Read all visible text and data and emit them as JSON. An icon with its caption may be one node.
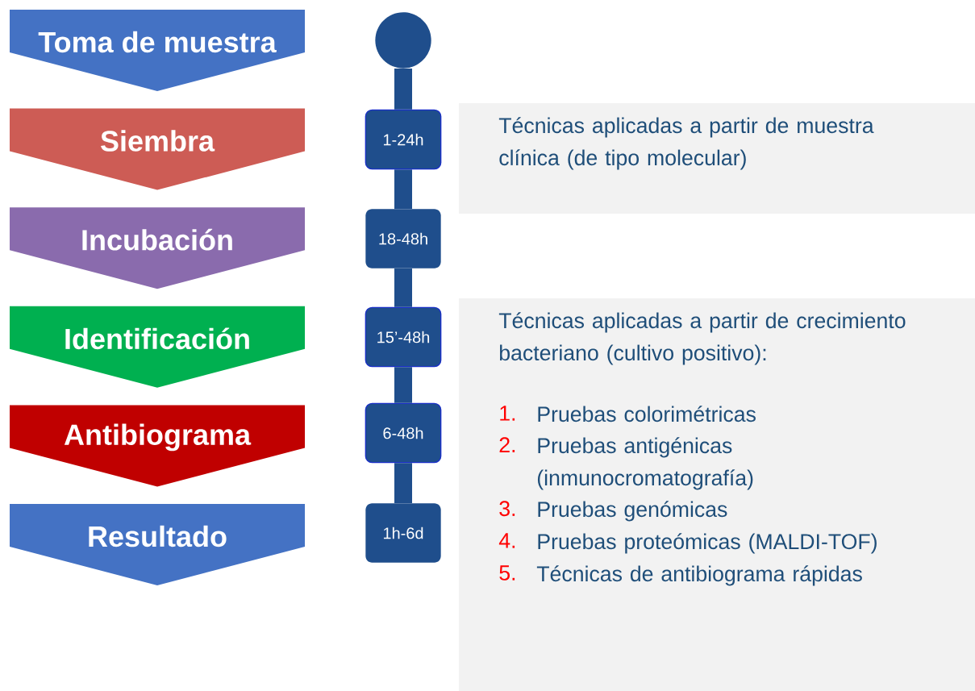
{
  "diagram": {
    "nodes": [
      {
        "text": [
          "Toma de muestra"
        ]
      },
      {
        "text": [
          "Siembra"
        ]
      },
      {
        "text": [
          "Incubación"
        ]
      },
      {
        "text": [
          "Identificación"
        ]
      },
      {
        "text": [
          "Antibiograma"
        ]
      },
      {
        "text": [
          "Resultado"
        ]
      },
      {
        "text": [],
        "shape": "circle"
      },
      {
        "text": [
          "1-24h"
        ]
      },
      {
        "text": [
          "18-48h"
        ]
      },
      {
        "text": [
          "15’-48h"
        ]
      },
      {
        "text": [
          "6-48h"
        ]
      },
      {
        "text": [
          "1h-6d"
        ]
      },
      {
        "text": [
          "Técnicas aplicadas a partir de muestra clínica (de tipo molecular)"
        ]
      },
      {
        "text": [
          "Técnicas aplicadas a partir de crecimiento bacteriano (cultivo positivo):"
        ]
      },
      {
        "text": [
          "1.",
          "Pruebas colorimétricas"
        ],
        "in": 13
      },
      {
        "text": [
          "2.",
          "Pruebas antigénicas (inmunocromatografía)"
        ],
        "in": 13
      },
      {
        "text": [
          "3.",
          "Pruebas genómicas"
        ],
        "in": 13
      },
      {
        "text": [
          "4.",
          "Pruebas proteómicas (MALDI-TOF)"
        ],
        "in": 13
      },
      {
        "text": [
          "5.",
          "Técnicas de antibiograma rápidas"
        ],
        "in": 13
      }
    ],
    "edges": [
      {
        "from": 6,
        "to": 7,
        "arrow": "none"
      },
      {
        "from": 7,
        "to": 8,
        "arrow": "none"
      },
      {
        "from": 8,
        "to": 9,
        "arrow": "none"
      },
      {
        "from": 9,
        "to": 10,
        "arrow": "none"
      },
      {
        "from": 10,
        "to": 11,
        "arrow": "none"
      }
    ]
  }
}
